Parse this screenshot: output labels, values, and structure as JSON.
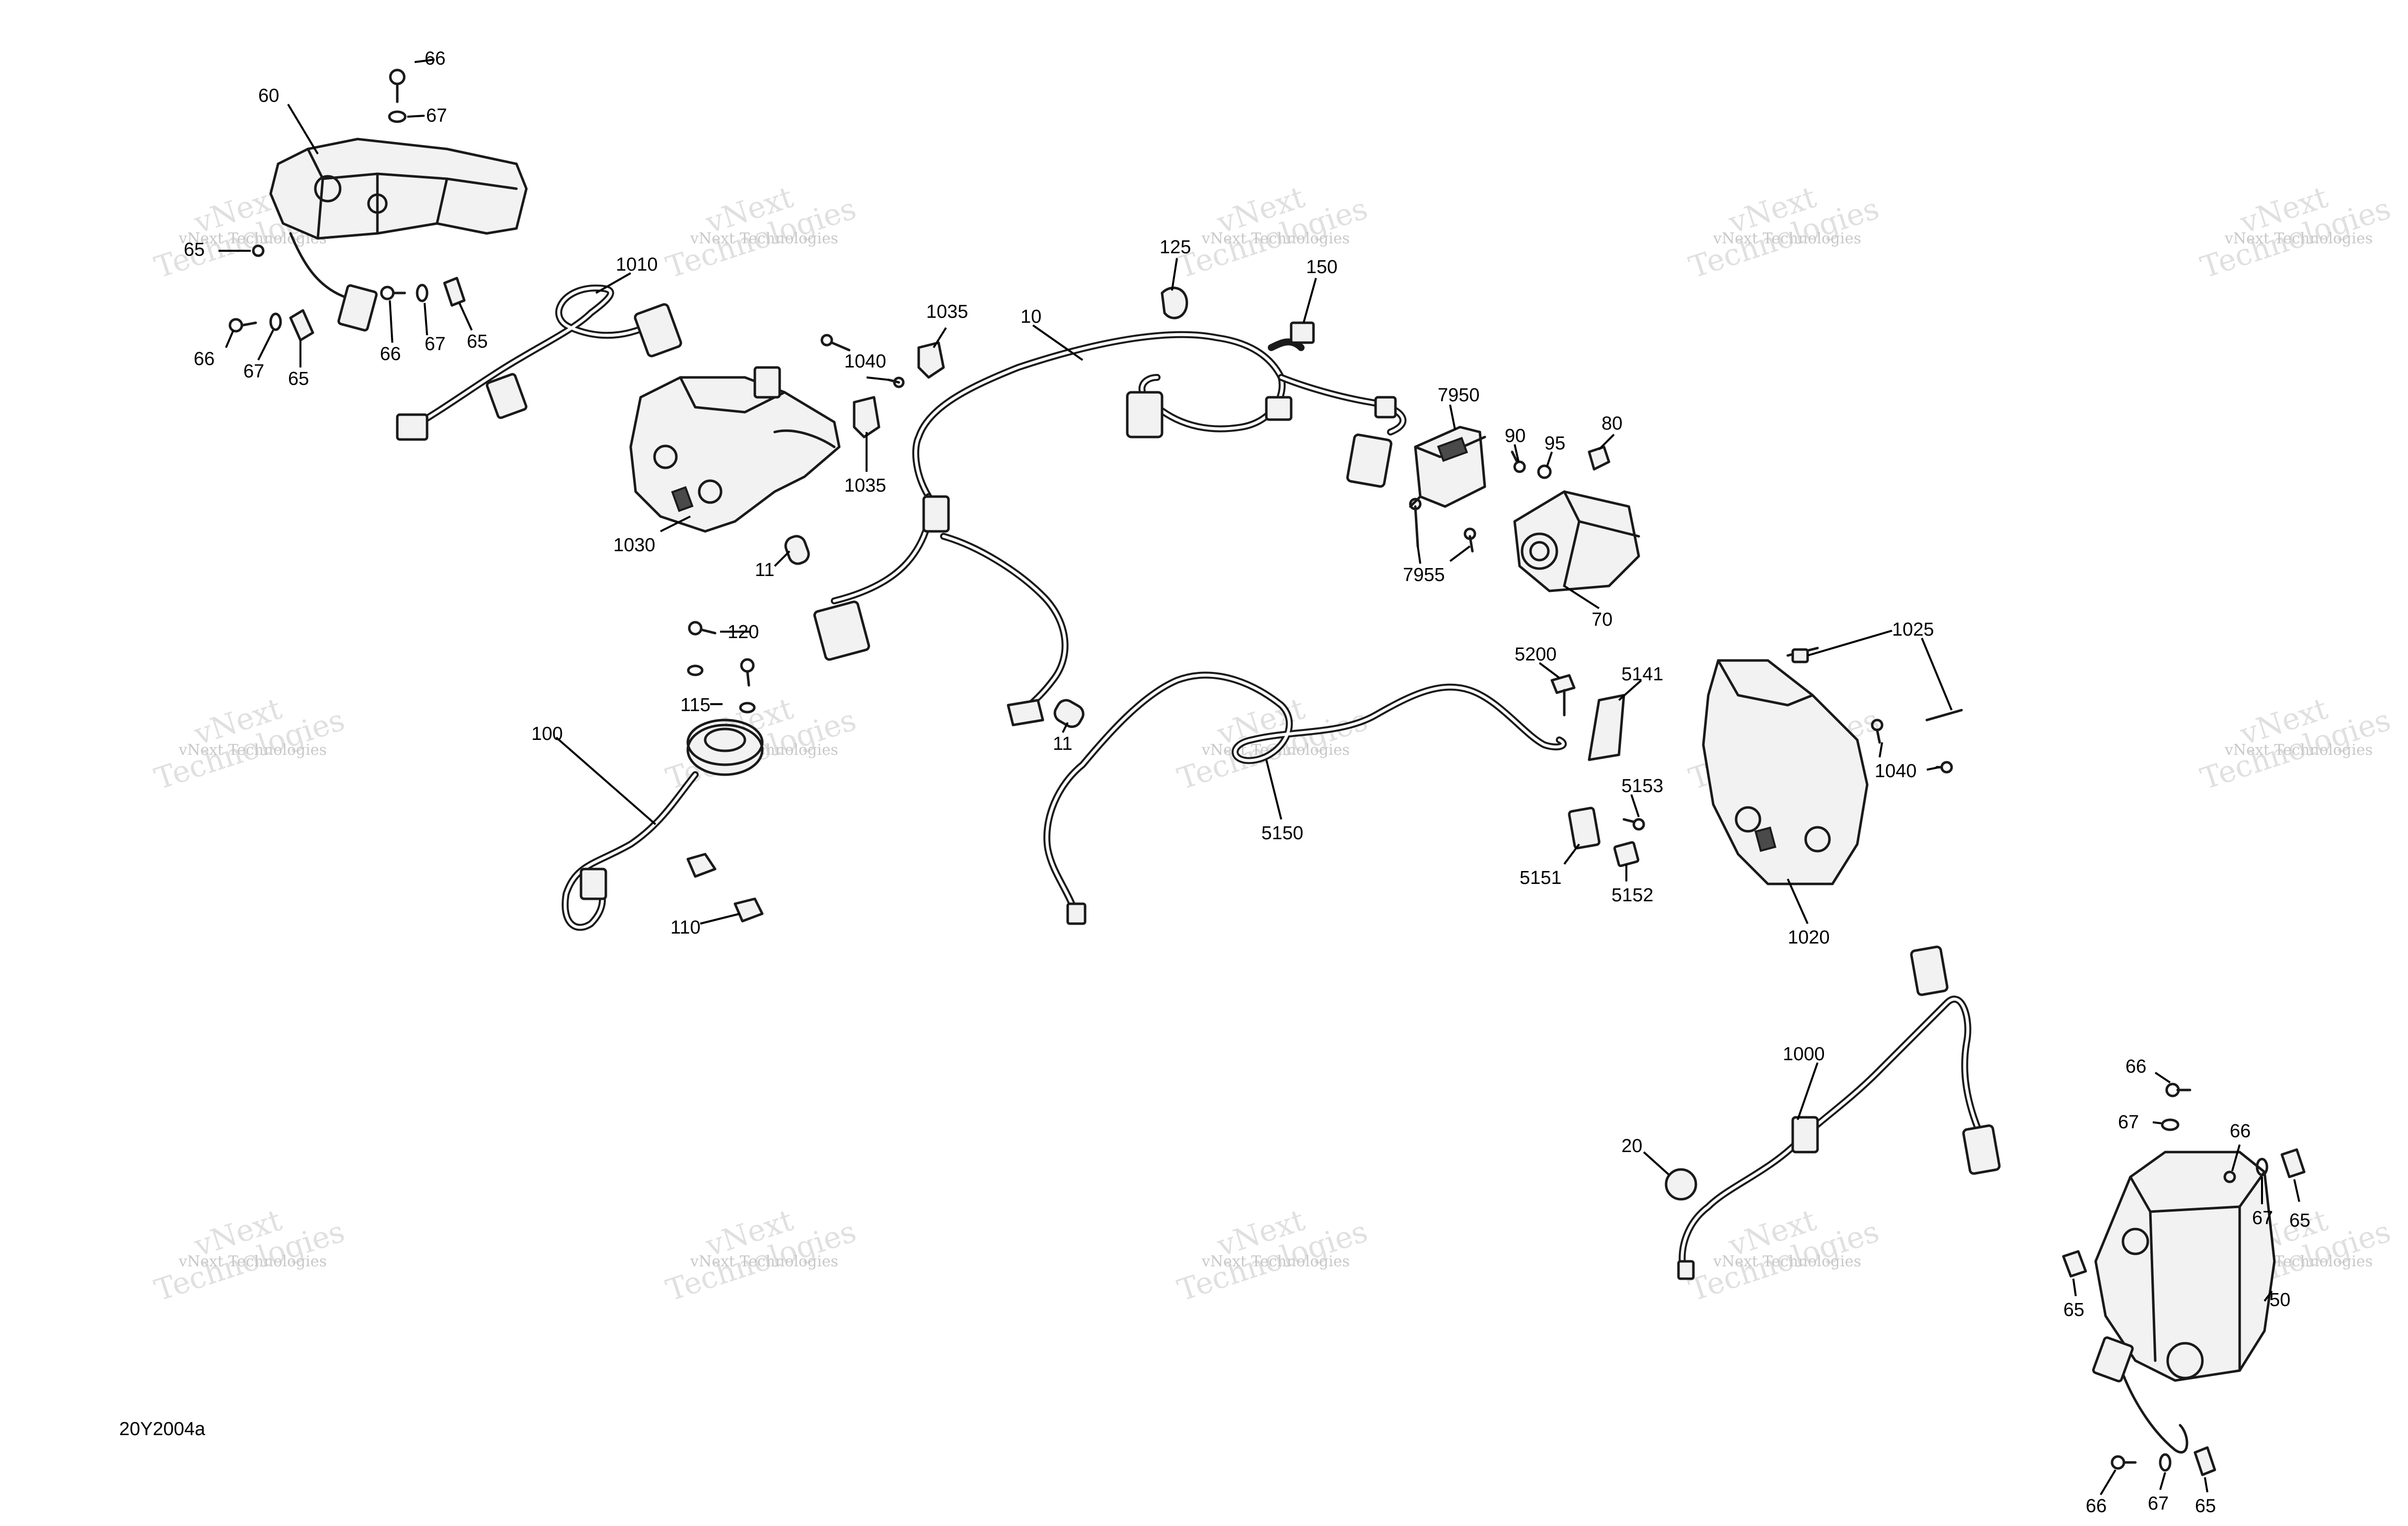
{
  "diagram": {
    "reference_code": "20Y2004a",
    "watermark": {
      "line_small": "vNext Technologies",
      "line_big_1": "vNext",
      "line_big_2": "Technologies"
    },
    "callouts": [
      {
        "id": "c-66-a",
        "label": "66"
      },
      {
        "id": "c-67-a",
        "label": "67"
      },
      {
        "id": "c-60",
        "label": "60"
      },
      {
        "id": "c-65-a",
        "label": "65"
      },
      {
        "id": "c-66-b",
        "label": "66"
      },
      {
        "id": "c-67-b",
        "label": "67"
      },
      {
        "id": "c-65-b",
        "label": "65"
      },
      {
        "id": "c-66-c",
        "label": "66"
      },
      {
        "id": "c-67-c",
        "label": "67"
      },
      {
        "id": "c-65-c",
        "label": "65"
      },
      {
        "id": "c-1010",
        "label": "1010"
      },
      {
        "id": "c-1030",
        "label": "1030"
      },
      {
        "id": "c-1035-a",
        "label": "1035"
      },
      {
        "id": "c-1040-a",
        "label": "1040"
      },
      {
        "id": "c-1035-b",
        "label": "1035"
      },
      {
        "id": "c-10",
        "label": "10"
      },
      {
        "id": "c-125",
        "label": "125"
      },
      {
        "id": "c-150",
        "label": "150"
      },
      {
        "id": "c-7950",
        "label": "7950"
      },
      {
        "id": "c-90",
        "label": "90"
      },
      {
        "id": "c-95",
        "label": "95"
      },
      {
        "id": "c-80",
        "label": "80"
      },
      {
        "id": "c-7955",
        "label": "7955"
      },
      {
        "id": "c-70",
        "label": "70"
      },
      {
        "id": "c-11-a",
        "label": "11"
      },
      {
        "id": "c-11-b",
        "label": "11"
      },
      {
        "id": "c-120",
        "label": "120"
      },
      {
        "id": "c-115",
        "label": "115"
      },
      {
        "id": "c-100",
        "label": "100"
      },
      {
        "id": "c-110",
        "label": "110"
      },
      {
        "id": "c-5150",
        "label": "5150"
      },
      {
        "id": "c-5200",
        "label": "5200"
      },
      {
        "id": "c-5141",
        "label": "5141"
      },
      {
        "id": "c-5153",
        "label": "5153"
      },
      {
        "id": "c-5151",
        "label": "5151"
      },
      {
        "id": "c-5152",
        "label": "5152"
      },
      {
        "id": "c-1025",
        "label": "1025"
      },
      {
        "id": "c-1040-b",
        "label": "1040"
      },
      {
        "id": "c-1020",
        "label": "1020"
      },
      {
        "id": "c-1000",
        "label": "1000"
      },
      {
        "id": "c-20",
        "label": "20"
      },
      {
        "id": "c-66-d",
        "label": "66"
      },
      {
        "id": "c-67-d",
        "label": "67"
      },
      {
        "id": "c-66-e",
        "label": "66"
      },
      {
        "id": "c-67-e",
        "label": "67"
      },
      {
        "id": "c-65-d",
        "label": "65"
      },
      {
        "id": "c-65-e",
        "label": "65"
      },
      {
        "id": "c-50",
        "label": "50"
      },
      {
        "id": "c-66-f",
        "label": "66"
      },
      {
        "id": "c-67-f",
        "label": "67"
      },
      {
        "id": "c-65-f",
        "label": "65"
      }
    ]
  }
}
